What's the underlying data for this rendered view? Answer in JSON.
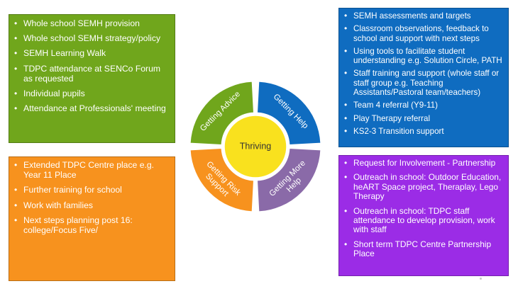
{
  "green_box": {
    "items": [
      "Whole school SEMH provision",
      "Whole school SEMH strategy/policy",
      "SEMH Learning Walk",
      "TDPC attendance at SENCo Forum as requested",
      "Individual pupils",
      "Attendance at Professionals' meeting"
    ]
  },
  "blue_box": {
    "items": [
      "SEMH assessments and targets",
      "Classroom observations, feedback to school and support with next steps",
      "Using tools to facilitate student understanding e.g. Solution Circle, PATH",
      "Staff training and support (whole staff or staff group e.g. Teaching Assistants/Pastoral team/teachers)",
      "Team 4 referral (Y9-11)",
      "Play Therapy referral",
      "KS2-3 Transition support"
    ]
  },
  "orange_box": {
    "items": [
      "Extended TDPC Centre place e.g. Year 11 Place",
      "Further training for school",
      "Work with families",
      "Next steps planning post 16: college/Focus Five/"
    ]
  },
  "purple_box": {
    "items": [
      "Request for Involvement - Partnership",
      "Outreach in school: Outdoor Education, heART Space project, Theraplay, Lego Therapy",
      "Outreach in school: TDPC staff attendance to develop provision, work with staff",
      "Short term TDPC Centre Partnership Place"
    ]
  },
  "wheel": {
    "center": "Thriving",
    "segments": [
      {
        "label": "Getting Advice",
        "color": "#70a61c"
      },
      {
        "label": "Getting Help",
        "color": "#0f6cc0"
      },
      {
        "label": "Getting More Help",
        "color": "#8a6aa8"
      },
      {
        "label": "Getting Risk Support",
        "color": "#f7921e"
      }
    ],
    "center_color": "#f9e11e"
  }
}
